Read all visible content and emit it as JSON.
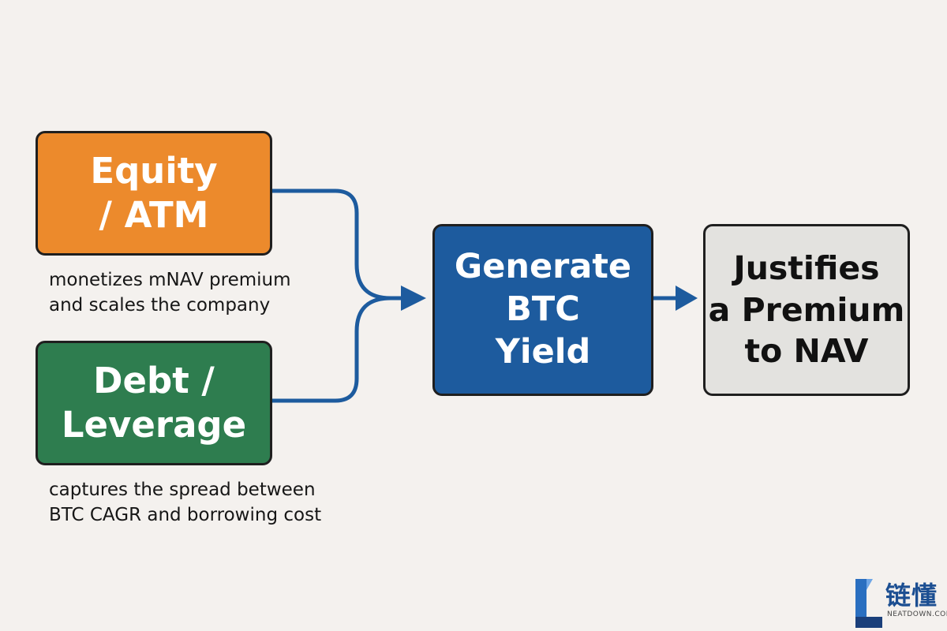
{
  "boxes": {
    "equity": {
      "lines": [
        "Equity",
        "/ ATM"
      ]
    },
    "debt": {
      "lines": [
        "Debt /",
        "Leverage"
      ]
    },
    "generate": {
      "lines": [
        "Generate",
        "BTC",
        "Yield"
      ]
    },
    "justifies": {
      "lines": [
        "Justifies",
        "a Premium",
        "to NAV"
      ]
    }
  },
  "captions": {
    "equity": [
      "monetizes mNAV premium",
      "and scales the company"
    ],
    "debt": [
      "captures the spread between",
      "BTC CAGR and borrowing cost"
    ]
  },
  "watermark": {
    "cn": "链懂",
    "en": "NEATDOWN.COM"
  },
  "colors": {
    "background": "#f4f1ee",
    "equity": "#ec8a2c",
    "debt": "#2e7d4f",
    "generate": "#1d5b9e",
    "justifies": "#e3e2df",
    "arrow": "#1d5b9e"
  }
}
